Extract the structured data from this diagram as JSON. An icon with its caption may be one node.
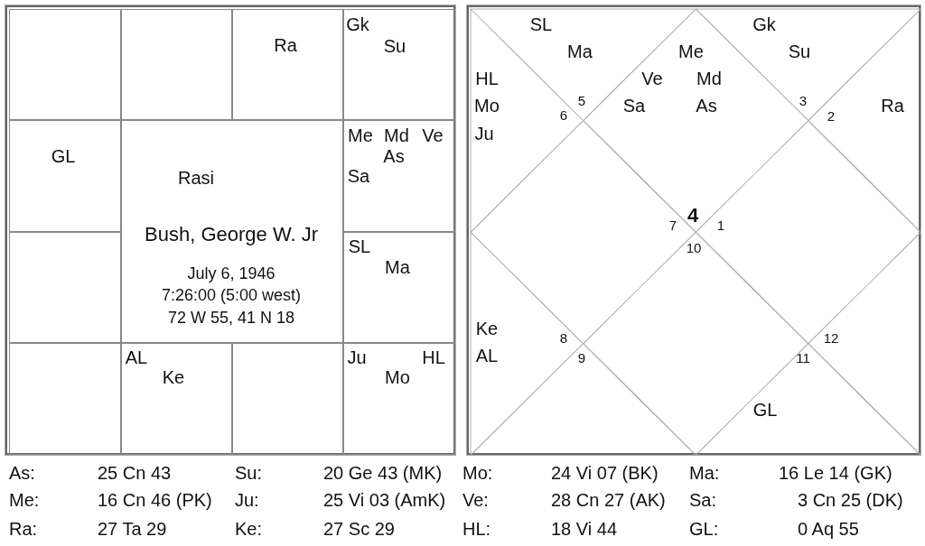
{
  "diagram": {
    "nodes": [
      {
        "text": [],
        "shape": "box"
      },
      {
        "text": [],
        "shape": "box",
        "in": 0
      },
      {
        "text": [],
        "shape": "box",
        "in": 0
      },
      {
        "text": [
          "Ra"
        ],
        "in": 0
      },
      {
        "text": [
          "Gk",
          "Su"
        ],
        "in": 0
      },
      {
        "text": [
          "GL"
        ],
        "in": 0
      },
      {
        "text": [
          "Rasi",
          "Bush, George W. Jr",
          "July 6, 1946",
          "7:26:00 (5:00 west)",
          "72 W 55, 41 N 18"
        ],
        "in": 0
      },
      {
        "text": [
          "Me",
          "Md",
          "Ve",
          "As",
          "Sa"
        ],
        "in": 0
      },
      {
        "text": [],
        "shape": "box",
        "in": 0
      },
      {
        "text": [
          "SL",
          "Ma"
        ],
        "in": 0
      },
      {
        "text": [],
        "shape": "box",
        "in": 0
      },
      {
        "text": [
          "AL",
          "Ke"
        ],
        "in": 0
      },
      {
        "text": [],
        "shape": "box",
        "in": 0
      },
      {
        "text": [
          "Ju",
          "HL",
          "Mo"
        ],
        "in": 0
      },
      {
        "text": [],
        "shape": "box"
      },
      {
        "text": [
          "SL",
          "Ma",
          "5"
        ],
        "in": 14
      },
      {
        "text": [
          "Me",
          "Ve",
          "Md",
          "Sa",
          "As",
          "4"
        ],
        "in": 14
      },
      {
        "text": [
          "Gk",
          "Su",
          "3"
        ],
        "in": 14
      },
      {
        "text": [
          "HL",
          "Mo",
          "Ju",
          "6"
        ],
        "in": 14
      },
      {
        "text": [
          "Ra",
          "2"
        ],
        "in": 14
      },
      {
        "text": [
          "7"
        ],
        "in": 14
      },
      {
        "text": [
          "1"
        ],
        "in": 14
      },
      {
        "text": [
          "Ke",
          "8",
          "AL"
        ],
        "in": 14
      },
      {
        "text": [
          "12"
        ],
        "in": 14
      },
      {
        "text": [
          "9"
        ],
        "in": 14
      },
      {
        "text": [
          "10"
        ],
        "in": 14
      },
      {
        "text": [
          "11",
          "GL"
        ],
        "in": 14
      }
    ],
    "labels": [
      "As:",
      "25 Cn 43",
      "Su:",
      "20 Ge 43 (MK)",
      "Mo:",
      "24 Vi 07 (BK)",
      "Ma:",
      "16 Le 14 (GK)",
      "Me:",
      "16 Cn 46 (PK)",
      "Ju:",
      "25 Vi 03 (AmK)",
      "Ve:",
      "28 Cn 27 (AK)",
      "Sa:",
      "3 Cn 25 (DK)",
      "Ra:",
      "27 Ta 29",
      "Ke:",
      "27 Sc 29",
      "HL:",
      "18 Vi 44",
      "GL:",
      "0 Aq 55"
    ]
  }
}
